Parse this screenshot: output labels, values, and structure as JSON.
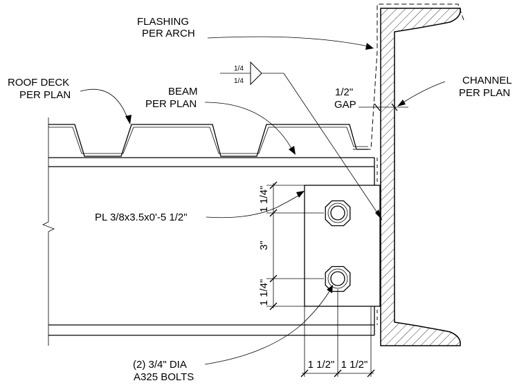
{
  "labels": {
    "flashing_1": "FLASHING",
    "flashing_2": "PER ARCH",
    "roof_deck_1": "ROOF DECK",
    "roof_deck_2": "PER PLAN",
    "beam_1": "BEAM",
    "beam_2": "PER PLAN",
    "channel_1": "CHANNEL",
    "channel_2": "PER PLAN",
    "gap_1": "1/2\"",
    "gap_2": "GAP",
    "plate": "PL 3/8x3.5x0'-5 1/2\"",
    "bolts_1": "(2) 3/4\" DIA",
    "bolts_2": "A325 BOLTS"
  },
  "weld_symbol": {
    "top": "1/4",
    "bottom": "1/4"
  },
  "dimensions": {
    "vertical_top": "1 1/4\"",
    "vertical_mid": "3\"",
    "vertical_bottom": "1 1/4\"",
    "horizontal_left": "1 1/2\"",
    "horizontal_right": "1 1/2\""
  }
}
